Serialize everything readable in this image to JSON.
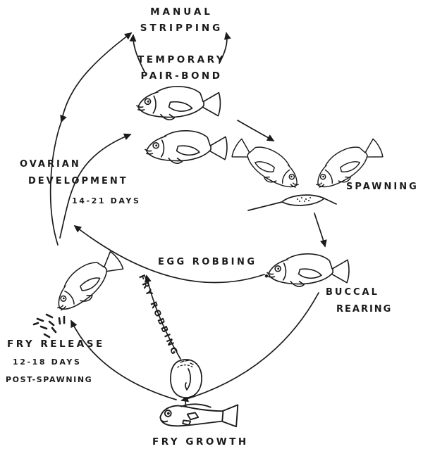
{
  "figure": {
    "description": "Reproductive cycle diagram of a mouthbrooding fish with hatchery interventions"
  },
  "stages": {
    "manual_stripping": {
      "line1": "MANUAL",
      "line2": "STRIPPING"
    },
    "temporary_pair_bond": {
      "line1": "TEMPORARY",
      "line2": "PAIR-BOND"
    },
    "spawning": {
      "label": "SPAWNING"
    },
    "buccal_rearing": {
      "line1": "BUCCAL",
      "line2": "REARING"
    },
    "fry_release": {
      "label": "FRY RELEASE",
      "duration_line1": "12-18 DAYS",
      "duration_line2": "POST-SPAWNING"
    },
    "fry_growth": {
      "label": "FRY GROWTH"
    },
    "ovarian_development": {
      "line1": "OVARIAN",
      "line2": "DEVELOPMENT",
      "duration": "14-21 DAYS"
    }
  },
  "interventions": {
    "egg_robbing": {
      "label": "EGG ROBBING"
    },
    "fry_robbing": {
      "label": "FRY ROBBING"
    }
  },
  "colors": {
    "ink": "#1b1b1b",
    "background": "#ffffff"
  }
}
